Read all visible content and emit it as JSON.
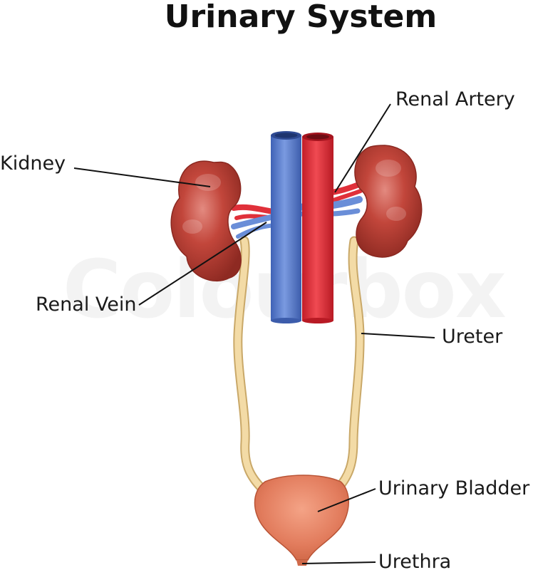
{
  "title": "Urinary System",
  "labels": {
    "kidney": "Kidney",
    "renal_artery": "Renal Artery",
    "renal_vein": "Renal Vein",
    "ureter": "Ureter",
    "urinary_bladder": "Urinary Bladder",
    "urethra": "Urethra"
  },
  "watermark": "Colourbox",
  "colors": {
    "kidney": "#b13a30",
    "vein": "#5b7fd0",
    "artery": "#e0303a",
    "ureter": "#f2d79e",
    "bladder": "#e07a5c",
    "text": "#1a1a1a"
  }
}
